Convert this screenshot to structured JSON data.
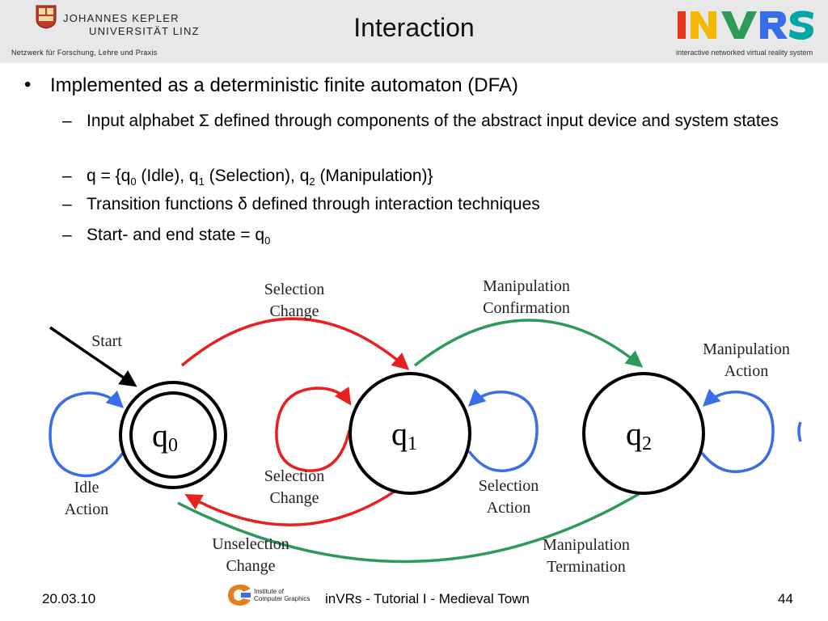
{
  "header": {
    "university_line1": "JOHANNES KEPLER",
    "university_line2": "UNIVERSITÄT LINZ",
    "university_tagline": "Netzwerk für Forschung, Lehre und Praxis",
    "title": "Interaction",
    "logo_text": "INVRS",
    "logo_tagline": "interactive networked virtual reality system"
  },
  "bullets": {
    "main": "Implemented as a deterministic finite automaton (DFA)",
    "sub1": "Input alphabet Σ defined through components of the abstract input device and system states",
    "sub2_prefix": "q = {q",
    "sub2_i0": "0",
    "sub2_a": " (Idle), q",
    "sub2_i1": "1",
    "sub2_b": " (Selection), q",
    "sub2_i2": "2",
    "sub2_c": " (Manipulation)}",
    "sub3": "Transition functions δ defined through interaction techniques",
    "sub4_prefix": "Start- and end state = q",
    "sub4_index": "0"
  },
  "diagram": {
    "states": {
      "q0": {
        "letter": "q",
        "index": "0"
      },
      "q1": {
        "letter": "q",
        "index": "1"
      },
      "q2": {
        "letter": "q",
        "index": "2"
      }
    },
    "labels": {
      "start": "Start",
      "sel_change_top_1": "Selection",
      "sel_change_top_2": "Change",
      "manip_conf_1": "Manipulation",
      "manip_conf_2": "Confirmation",
      "manip_action_1": "Manipulation",
      "manip_action_2": "Action",
      "idle_1": "Idle",
      "idle_2": "Action",
      "sel_change_loop_1": "Selection",
      "sel_change_loop_2": "Change",
      "sel_action_1": "Selection",
      "sel_action_2": "Action",
      "unsel_1": "Unselection",
      "unsel_2": "Change",
      "manip_term_1": "Manipulation",
      "manip_term_2": "Termination"
    },
    "colors": {
      "red": "#e8201f",
      "green": "#2e9a5a",
      "blue": "#3a6ee8",
      "black": "#000000"
    }
  },
  "footer": {
    "date": "20.03.10",
    "institute_line1": "Institute of",
    "institute_line2": "Computer Graphics",
    "text": "inVRs - Tutorial I - Medieval Town",
    "page": "44"
  }
}
